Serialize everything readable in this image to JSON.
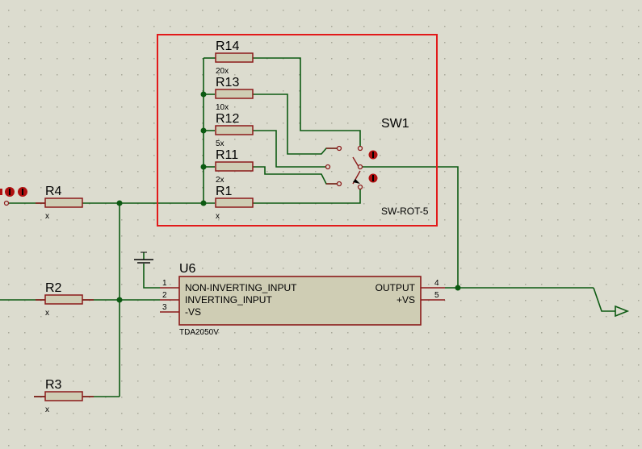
{
  "colors": {
    "background": "#dcdccf",
    "grid_dot": "#a8a89a",
    "wire": "#0c5a12",
    "component_outline": "#8b1a1a",
    "component_fill": "#cfcdb4",
    "selection_box": "#e21a1a",
    "text": "#000000"
  },
  "switch": {
    "ref": "SW1",
    "part": "SW-ROT-5"
  },
  "resistors": {
    "r14": {
      "ref": "R14",
      "value": "20x"
    },
    "r13": {
      "ref": "R13",
      "value": "10x"
    },
    "r12": {
      "ref": "R12",
      "value": "5x"
    },
    "r11": {
      "ref": "R11",
      "value": "2x"
    },
    "r1": {
      "ref": "R1",
      "value": "x"
    },
    "r4": {
      "ref": "R4",
      "value": "x"
    },
    "r2": {
      "ref": "R2",
      "value": "x"
    },
    "r3": {
      "ref": "R3",
      "value": "x"
    }
  },
  "amplifier": {
    "ref": "U6",
    "part": "TDA2050V",
    "pins": {
      "p1": {
        "num": "1",
        "name": "NON-INVERTING_INPUT"
      },
      "p2": {
        "num": "2",
        "name": "INVERTING_INPUT"
      },
      "p3": {
        "num": "3",
        "name": "-VS"
      },
      "p4": {
        "num": "4",
        "name": "OUTPUT"
      },
      "p5": {
        "num": "5",
        "name": "+VS"
      }
    }
  }
}
